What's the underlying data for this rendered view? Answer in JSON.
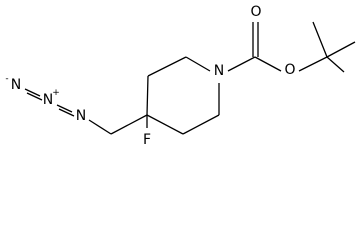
{
  "molecule": {
    "atoms": {
      "carbonyl_oxygen": "O",
      "ester_oxygen": "O",
      "ring_nitrogen": "N",
      "fluorine": "F",
      "azide_n1": "N",
      "azide_n2": "N",
      "azide_n3": "N"
    },
    "charges": {
      "azide_n1": "-",
      "azide_n2": "+"
    }
  }
}
